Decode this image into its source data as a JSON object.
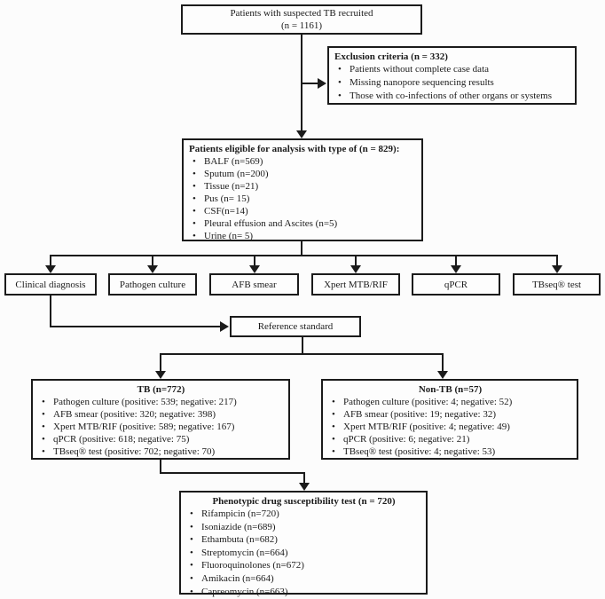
{
  "colors": {
    "line": "#1b1b1b",
    "background": "#fcfcfc",
    "box_background": "#fdfdfd",
    "text": "#1b1b1b"
  },
  "flow": {
    "top": {
      "line1": "Patients with suspected TB recruited",
      "line2": "(n = 1161)"
    },
    "exclusion": {
      "title": "Exclusion criteria (n = 332)",
      "items": [
        "Patients without complete case data",
        "Missing nanopore sequencing results",
        "Those with co-infections of other organs or systems"
      ]
    },
    "eligible": {
      "title": "Patients eligible for analysis with type of (n = 829):",
      "items": [
        "BALF (n=569)",
        "Sputum (n=200)",
        "Tissue (n=21)",
        "Pus (n= 15)",
        "CSF(n=14)",
        "Pleural effusion and Ascites (n=5)",
        "Urine (n= 5)"
      ]
    },
    "tests": [
      {
        "label": "Clinical diagnosis"
      },
      {
        "label": "Pathogen culture"
      },
      {
        "label": "AFB smear"
      },
      {
        "label": "Xpert MTB/RIF"
      },
      {
        "label": "qPCR"
      },
      {
        "label": "TBseq® test"
      }
    ],
    "reference": {
      "label": "Reference standard"
    },
    "tb": {
      "title": "TB (n=772)",
      "items": [
        "Pathogen culture (positive: 539; negative: 217)",
        "AFB smear (positive: 320;  negative: 398)",
        "Xpert MTB/RIF (positive: 589; negative: 167)",
        "qPCR (positive: 618;  negative: 75)",
        "TBseq® test (positive: 702;  negative: 70)"
      ]
    },
    "nontb": {
      "title": "Non-TB (n=57)",
      "items": [
        "Pathogen culture (positive: 4;  negative: 52)",
        "AFB smear (positive: 19;  negative: 32)",
        "Xpert MTB/RIF (positive: 4;  negative: 49)",
        "qPCR (positive: 6;  negative: 21)",
        "TBseq® test (positive: 4;  negative: 53)"
      ]
    },
    "dst": {
      "title": "Phenotypic drug susceptibility test (n = 720)",
      "items": [
        "Rifampicin (n=720)",
        "Isoniazide (n=689)",
        "Ethambuta (n=682)",
        "Streptomycin (n=664)",
        "Fluoroquinolones (n=672)",
        "Amikacin (n=664)",
        "Capreomycin (n=663)"
      ]
    }
  }
}
